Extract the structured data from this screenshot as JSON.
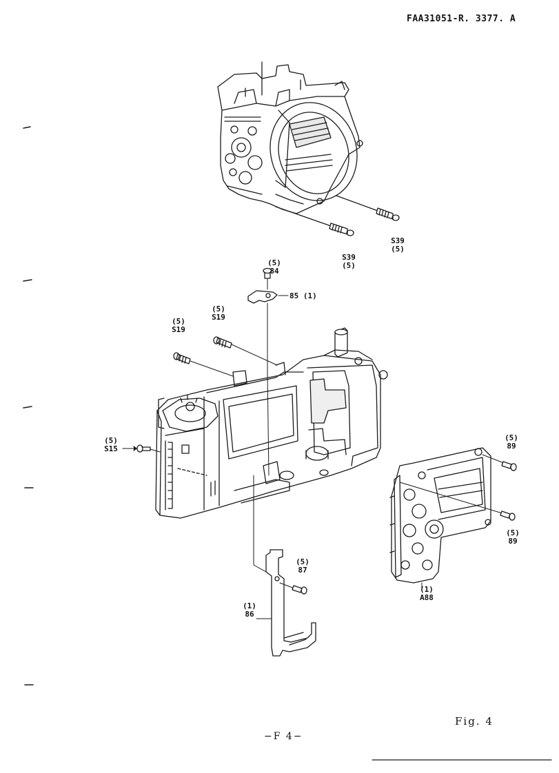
{
  "header": {
    "doc_id": "FAA31051-R. 3377. A"
  },
  "callouts": {
    "s39_right": {
      "part": "S39",
      "qty": "(5)"
    },
    "s39_left": {
      "part": "S39",
      "qty": "(5)"
    },
    "p84": {
      "qty": "(5)",
      "part": "84"
    },
    "p85": {
      "text": "85 (1)"
    },
    "s19_a": {
      "qty": "(5)",
      "part": "S19"
    },
    "s19_b": {
      "qty": "(5)",
      "part": "S19"
    },
    "s15": {
      "qty": "(5)",
      "part": "S15"
    },
    "p89_top": {
      "qty": "(5)",
      "part": "89"
    },
    "p89_bottom": {
      "qty": "(5)",
      "part": "89"
    },
    "p87": {
      "qty": "(5)",
      "part": "87"
    },
    "p86": {
      "qty": "(1)",
      "part": "86"
    },
    "a88": {
      "qty": "(1)",
      "part": "A88"
    }
  },
  "footer": {
    "figure": "Fig. 4",
    "page": "−F 4−"
  }
}
